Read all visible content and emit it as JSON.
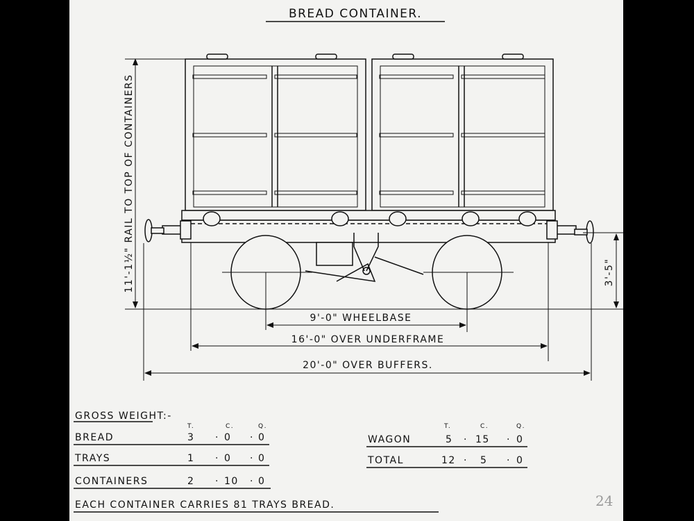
{
  "title": "BREAD CONTAINER.",
  "dimensions": {
    "height": "11'-1½\" RAIL TO TOP OF CONTAINERS",
    "buffer_height": "3'-5\"",
    "wheelbase": "9'-0\" WHEELBASE",
    "underframe": "16'-0\" OVER UNDERFRAME",
    "buffers": "20'-0\" OVER BUFFERS."
  },
  "weights": {
    "heading": "GROSS WEIGHT:-",
    "units": [
      "T.",
      "C.",
      "Q."
    ],
    "left_rows": [
      {
        "label": "BREAD",
        "t": "3",
        "c": "0",
        "q": "0"
      },
      {
        "label": "TRAYS",
        "t": "1",
        "c": "0",
        "q": "0"
      },
      {
        "label": "CONTAINERS",
        "t": "2",
        "c": "10",
        "q": "0"
      }
    ],
    "right_rows": [
      {
        "label": "WAGON",
        "t": "5",
        "c": "15",
        "q": "0"
      },
      {
        "label": "TOTAL",
        "t": "12",
        "c": "5",
        "q": "0"
      }
    ]
  },
  "note": "EACH CONTAINER CARRIES 81 TRAYS BREAD.",
  "page_number": "24"
}
